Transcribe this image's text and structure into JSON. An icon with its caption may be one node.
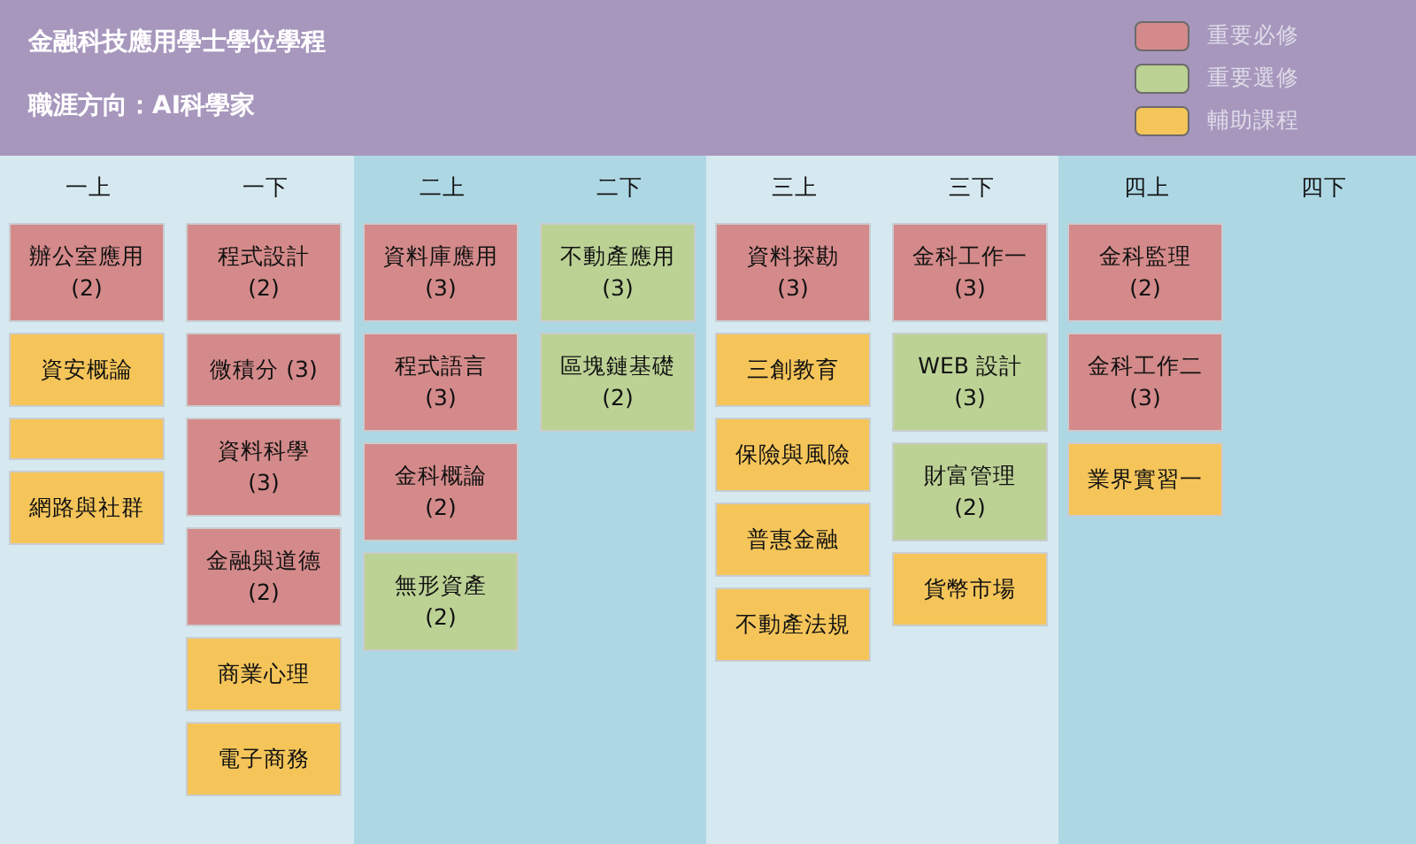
{
  "diagram": {
    "title": "金融科技應用學士學位學程",
    "nodes": [
      {
        "text": [
          "一上",
          "一下"
        ]
      },
      {
        "text": [
          "辦公室應用 (2)"
        ],
        "in": 0
      },
      {
        "text": [
          "資安概論"
        ],
        "in": 0
      },
      {
        "text": [],
        "shape": "box",
        "in": 0
      },
      {
        "text": [
          "網路與社群"
        ],
        "in": 0
      },
      {
        "text": [
          "程式設計 (2)"
        ],
        "in": 0
      },
      {
        "text": [
          "微積分 (3)"
        ],
        "in": 0
      },
      {
        "text": [
          "資料科學 (3)"
        ],
        "in": 0
      },
      {
        "text": [
          "金融與道德 (2)"
        ],
        "in": 0
      },
      {
        "text": [
          "商業心理"
        ],
        "in": 0
      },
      {
        "text": [
          "電子商務"
        ],
        "in": 0
      },
      {
        "text": [
          "二上",
          "二下"
        ]
      },
      {
        "text": [
          "資料庫應用 (3)"
        ],
        "in": 11
      },
      {
        "text": [
          "程式語言 (3)"
        ],
        "in": 11
      },
      {
        "text": [
          "金科概論 (2)"
        ],
        "in": 11
      },
      {
        "text": [
          "無形資產 (2)"
        ],
        "in": 11
      },
      {
        "text": [
          "不動產應用 (3)"
        ],
        "in": 11
      },
      {
        "text": [
          "區塊鏈基礎 (2)"
        ],
        "in": 11
      },
      {
        "text": [
          "三上",
          "三下"
        ]
      },
      {
        "text": [
          "資料探勘 (3)"
        ],
        "in": 18
      },
      {
        "text": [
          "三創教育"
        ],
        "in": 18
      },
      {
        "text": [
          "保險與風險"
        ],
        "in": 18
      },
      {
        "text": [
          "普惠金融"
        ],
        "in": 18
      },
      {
        "text": [
          "不動產法規"
        ],
        "in": 18
      },
      {
        "text": [
          "金科工作一 (3)"
        ],
        "in": 18
      },
      {
        "text": [
          "WEB 設計 (3)"
        ],
        "in": 18
      },
      {
        "text": [
          "財富管理 (2)"
        ],
        "in": 18
      },
      {
        "text": [
          "貨幣市場"
        ],
        "in": 18
      },
      {
        "text": [
          "四上",
          "四下"
        ]
      },
      {
        "text": [
          "金科監理 (2)"
        ],
        "in": 28
      },
      {
        "text": [
          "金科工作二 (3)"
        ],
        "in": 28
      },
      {
        "text": [
          "業界實習一"
        ],
        "in": 28
      }
    ],
    "labels": [
      "職涯方向：AI科學家"
    ],
    "legend": [
      {
        "text": "重要必修",
        "color": "#d48a8a"
      },
      {
        "text": "重要選修",
        "color": "#bcd295"
      },
      {
        "text": "輔助課程",
        "color": "#f5c55a"
      }
    ]
  }
}
